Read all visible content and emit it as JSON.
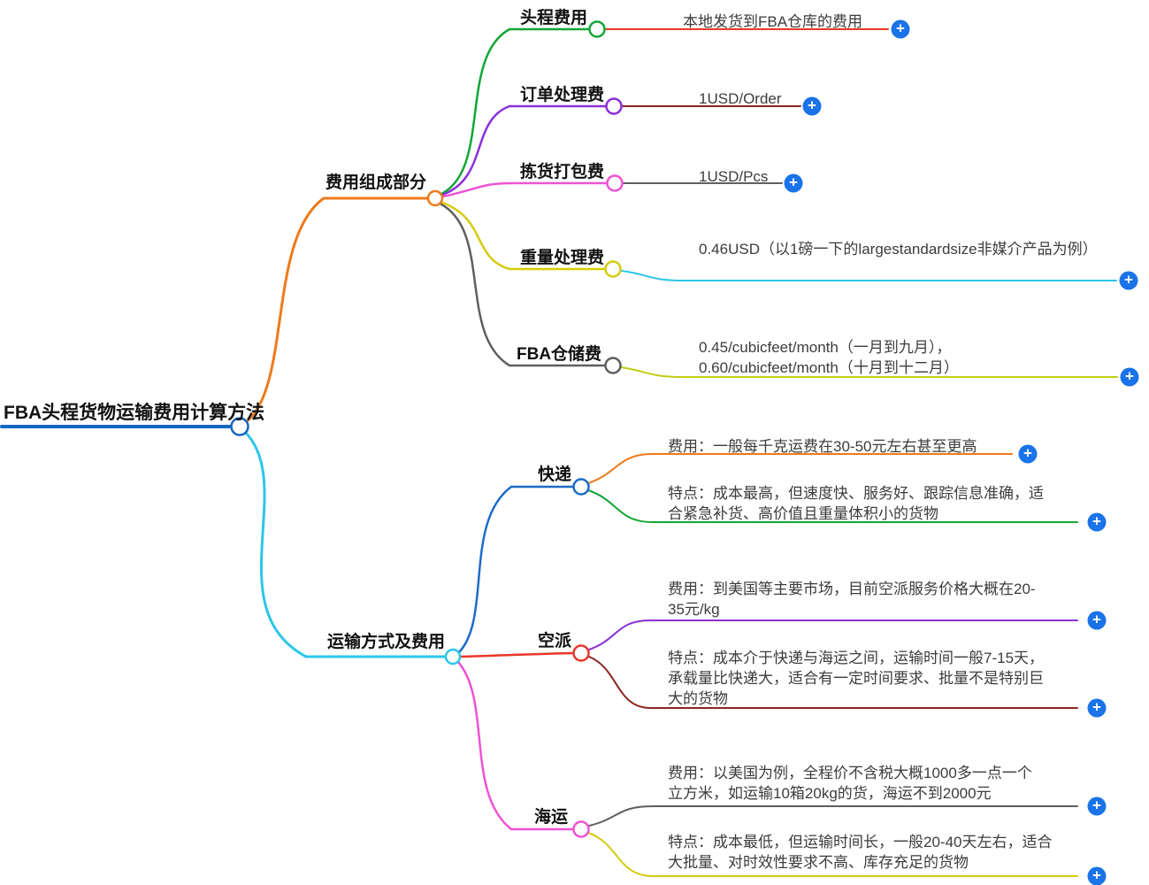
{
  "icons": {
    "plus": "+"
  },
  "palette": {
    "root_line": "#1566c5",
    "cost_branch_line": "#ee7a1b",
    "shipping_branch_line": "#2cc6e8",
    "plus_button": "#1a73e8"
  },
  "mindmap": {
    "root": {
      "label": "FBA头程货物运输费用计算方法"
    },
    "branches": [
      {
        "label": "费用组成部分",
        "children": [
          {
            "label": "头程费用",
            "value": "本地发货到FBA仓库的费用"
          },
          {
            "label": "订单处理费",
            "value": "1USD/Order"
          },
          {
            "label": "拣货打包费",
            "value": "1USD/Pcs"
          },
          {
            "label": "重量处理费",
            "value": "0.46USD（以1磅一下的largestandardsize非媒介产品为例）"
          },
          {
            "label": "FBA仓储费",
            "value": "0.45/cubicfeet/month（一月到九月），\n0.60/cubicfeet/month（十月到十二月）"
          }
        ]
      },
      {
        "label": "运输方式及费用",
        "children": [
          {
            "label": "快递",
            "cost": "费用：一般每千克运费在30-50元左右甚至更高",
            "feature": "特点：成本最高，但速度快、服务好、跟踪信息准确，适合紧急补货、高价值且重量体积小的货物"
          },
          {
            "label": "空派",
            "cost": "费用：到美国等主要市场，目前空派服务价格大概在20-35元/kg",
            "feature": "特点：成本介于快递与海运之间，运输时间一般7-15天，承载量比快递大，适合有一定时间要求、批量不是特别巨大的货物"
          },
          {
            "label": "海运",
            "cost": "费用：以美国为例，全程价不含税大概1000多一点一个立方米，如运输10箱20kg的货，海运不到2000元",
            "feature": "特点：成本最低，但运输时间长，一般20-40天左右，适合大批量、对时效性要求不高、库存充足的货物"
          }
        ]
      }
    ]
  }
}
